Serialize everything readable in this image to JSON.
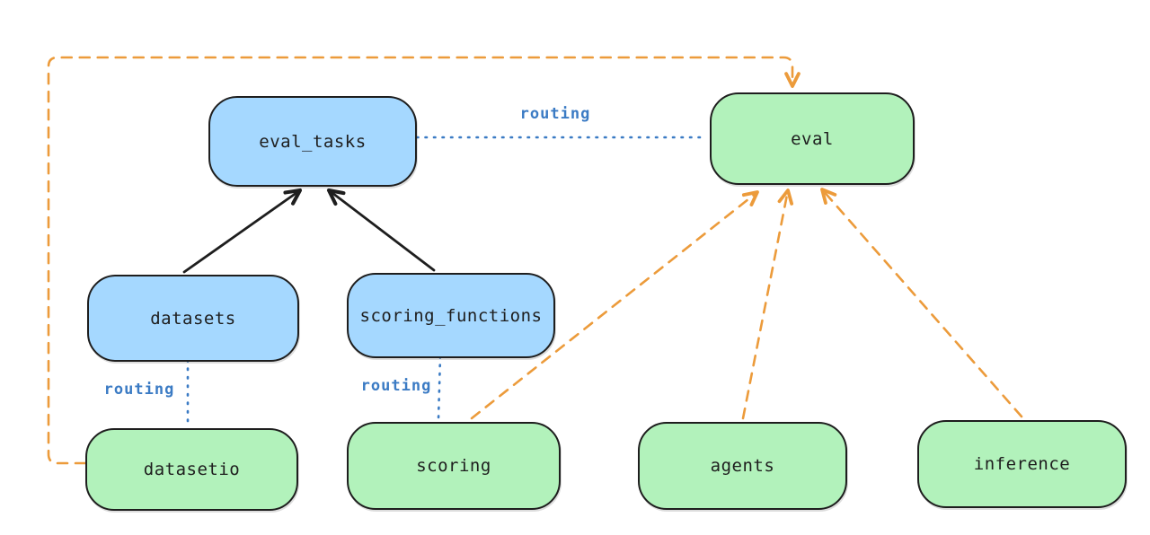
{
  "diagram": {
    "nodes": {
      "eval_tasks": {
        "label": "eval_tasks",
        "kind": "resource"
      },
      "eval": {
        "label": "eval",
        "kind": "api"
      },
      "datasets": {
        "label": "datasets",
        "kind": "resource"
      },
      "scoring_functions": {
        "label": "scoring_functions",
        "kind": "resource"
      },
      "datasetio": {
        "label": "datasetio",
        "kind": "api"
      },
      "scoring": {
        "label": "scoring",
        "kind": "api"
      },
      "agents": {
        "label": "agents",
        "kind": "api"
      },
      "inference": {
        "label": "inference",
        "kind": "api"
      }
    },
    "routing_labels": {
      "eval_tasks_eval": "routing",
      "datasets_datasetio": "routing",
      "scoring_functions_scoring": "routing"
    },
    "edges": [
      {
        "from": "datasets",
        "to": "eval_tasks",
        "style": "solid-arrow",
        "color": "#1e1e1e"
      },
      {
        "from": "scoring_functions",
        "to": "eval_tasks",
        "style": "solid-arrow",
        "color": "#1e1e1e"
      },
      {
        "from": "eval_tasks",
        "to": "eval",
        "style": "dotted",
        "label": "routing",
        "color": "#3b7bc4"
      },
      {
        "from": "datasets",
        "to": "datasetio",
        "style": "dotted",
        "label": "routing",
        "color": "#3b7bc4"
      },
      {
        "from": "scoring_functions",
        "to": "scoring",
        "style": "dotted",
        "label": "routing",
        "color": "#3b7bc4"
      },
      {
        "from": "datasetio",
        "to": "eval",
        "style": "dashed-arrow",
        "color": "#ec9b3b"
      },
      {
        "from": "scoring",
        "to": "eval",
        "style": "dashed-arrow",
        "color": "#ec9b3b"
      },
      {
        "from": "agents",
        "to": "eval",
        "style": "dashed-arrow",
        "color": "#ec9b3b"
      },
      {
        "from": "inference",
        "to": "eval",
        "style": "dashed-arrow",
        "color": "#ec9b3b"
      }
    ],
    "colors": {
      "resource_fill": "#a5d8ff",
      "api_fill": "#b2f2bb",
      "stroke": "#1e1e1e",
      "routing_line": "#3b7bc4",
      "provider_arrow": "#ec9b3b",
      "background": "#ffffff"
    }
  }
}
